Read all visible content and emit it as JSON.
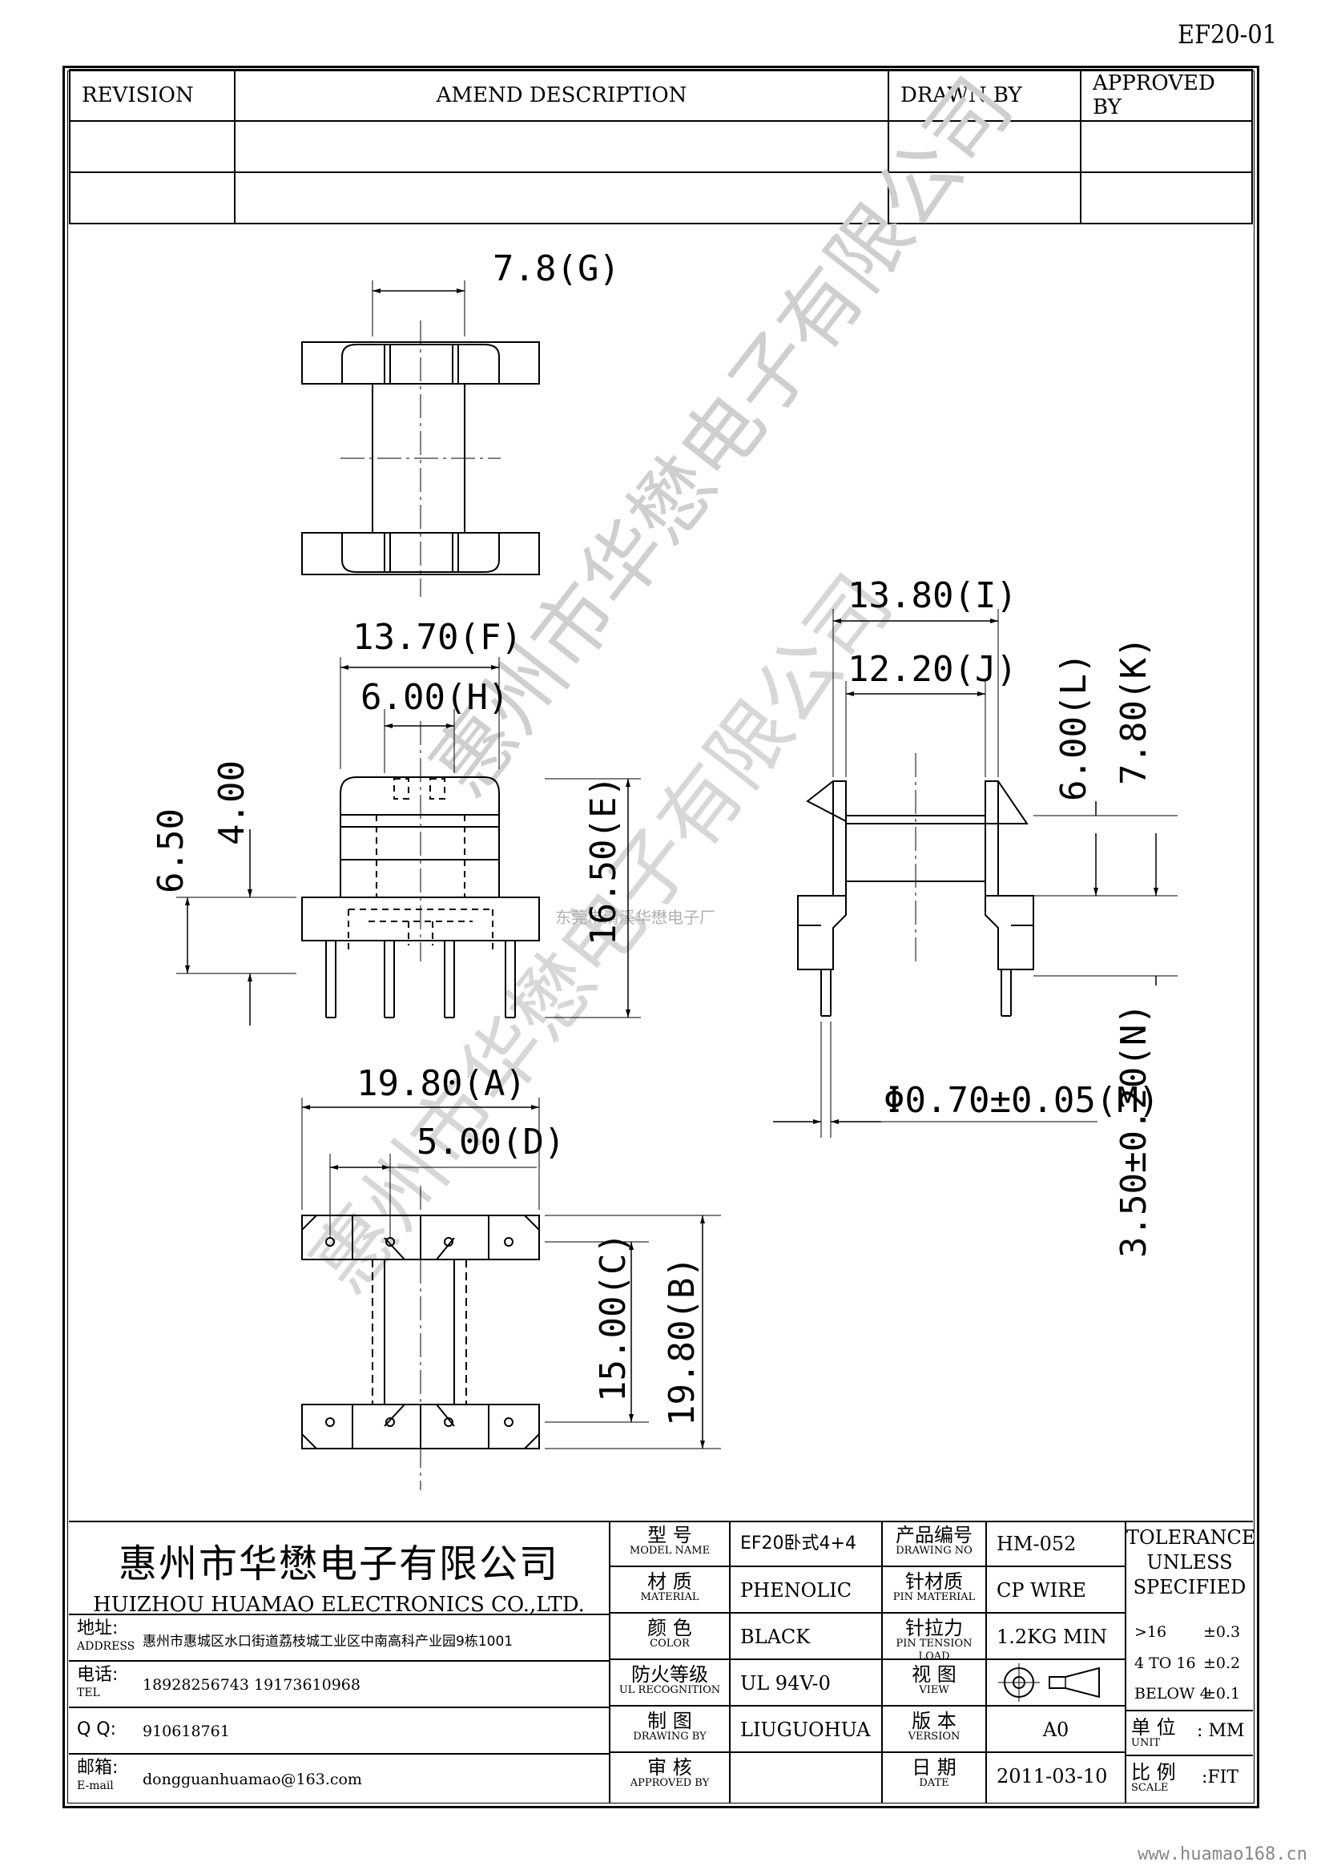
{
  "doc_ref": "EF20-01",
  "revision_table": {
    "headers": [
      "REVISION",
      "AMEND DESCRIPTION",
      "DRAWN BY",
      "APPROVED BY"
    ]
  },
  "dimensions": {
    "g": "7.8(G)",
    "f": "13.70(F)",
    "h": "6.00(H)",
    "a": "19.80(A)",
    "d": "5.00(D)",
    "i": "13.80(I)",
    "j": "12.20(J)",
    "l": "6.00(L)",
    "k": "7.80(K)",
    "e": "16.50(E)",
    "v650": "6.50",
    "v400": "4.00",
    "m": "Φ0.70±0.05(M)",
    "n": "3.50±0.20(N)",
    "c": "15.00(C)",
    "b": "19.80(B)"
  },
  "watermarks": {
    "center_small": "东莞市清溪华懋电子厂",
    "diagonal_1": "惠州市华懋电子有限公司",
    "diagonal_2": "惠州市华懋电子有限公司"
  },
  "title_block": {
    "company_cn": "惠州市华懋电子有限公司",
    "company_en": "HUIZHOU HUAMAO ELECTRONICS CO.,LTD.",
    "address_label": "地址:",
    "address_label_en": "ADDRESS",
    "address": "惠州市惠城区水口街道荔枝城工业区中南高科产业园9栋1001",
    "tel_label": "电话:",
    "tel_label_en": "TEL",
    "tel": "18928256743  19173610968",
    "qq_label": "Q Q:",
    "qq": "910618761",
    "email_label": "邮箱:",
    "email_label_en": "E-mail",
    "email": "dongguanhuamao@163.com",
    "model_label": "型 号",
    "model_label_en": "MODEL  NAME",
    "model": "EF20卧式4+4",
    "product_no_label": "产品编号",
    "product_no_label_en": "DRAWING  NO",
    "product_no": "HM-052",
    "material_label": "材 质",
    "material_label_en": "MATERIAL",
    "material": "PHENOLIC",
    "pin_material_label": "针材质",
    "pin_material_label_en": "PIN MATERIAL",
    "pin_material": "CP WIRE",
    "color_label": "颜 色",
    "color_label_en": "COLOR",
    "color": "BLACK",
    "pin_tension_label": "针拉力",
    "pin_tension_label_en": "PIN TENSION LOAD",
    "pin_tension": "1.2KG MIN",
    "ul_label": "防火等级",
    "ul_label_en": "UL RECOGNITION",
    "ul": "UL 94V-0",
    "view_label": "视 图",
    "view_label_en": "VIEW",
    "drawing_by_label": "制 图",
    "drawing_by_label_en": "DRAWING  BY",
    "drawing_by": "LIUGUOHUA",
    "version_label": "版 本",
    "version_label_en": "VERSION",
    "version": "A0",
    "approved_by_label": "审 核",
    "approved_by_label_en": "APPROVED BY",
    "date_label": "日 期",
    "date_label_en": "DATE",
    "date": "2011-03-10",
    "tolerance_title": "TOLERANCE\nUNLESS\nSPECIFIED",
    "tolerance_rows": [
      {
        "range": ">16",
        "tol": "±0.3"
      },
      {
        "range": "4 TO 16",
        "tol": "±0.2"
      },
      {
        "range": "BELOW 4",
        "tol": "±0.1"
      }
    ],
    "unit_label": "单 位",
    "unit_label_en": "UNIT",
    "unit": ": MM",
    "scale_label": "比 例",
    "scale_label_en": "SCALE",
    "scale": ":FIT"
  },
  "website": "www.huamao168.cn"
}
